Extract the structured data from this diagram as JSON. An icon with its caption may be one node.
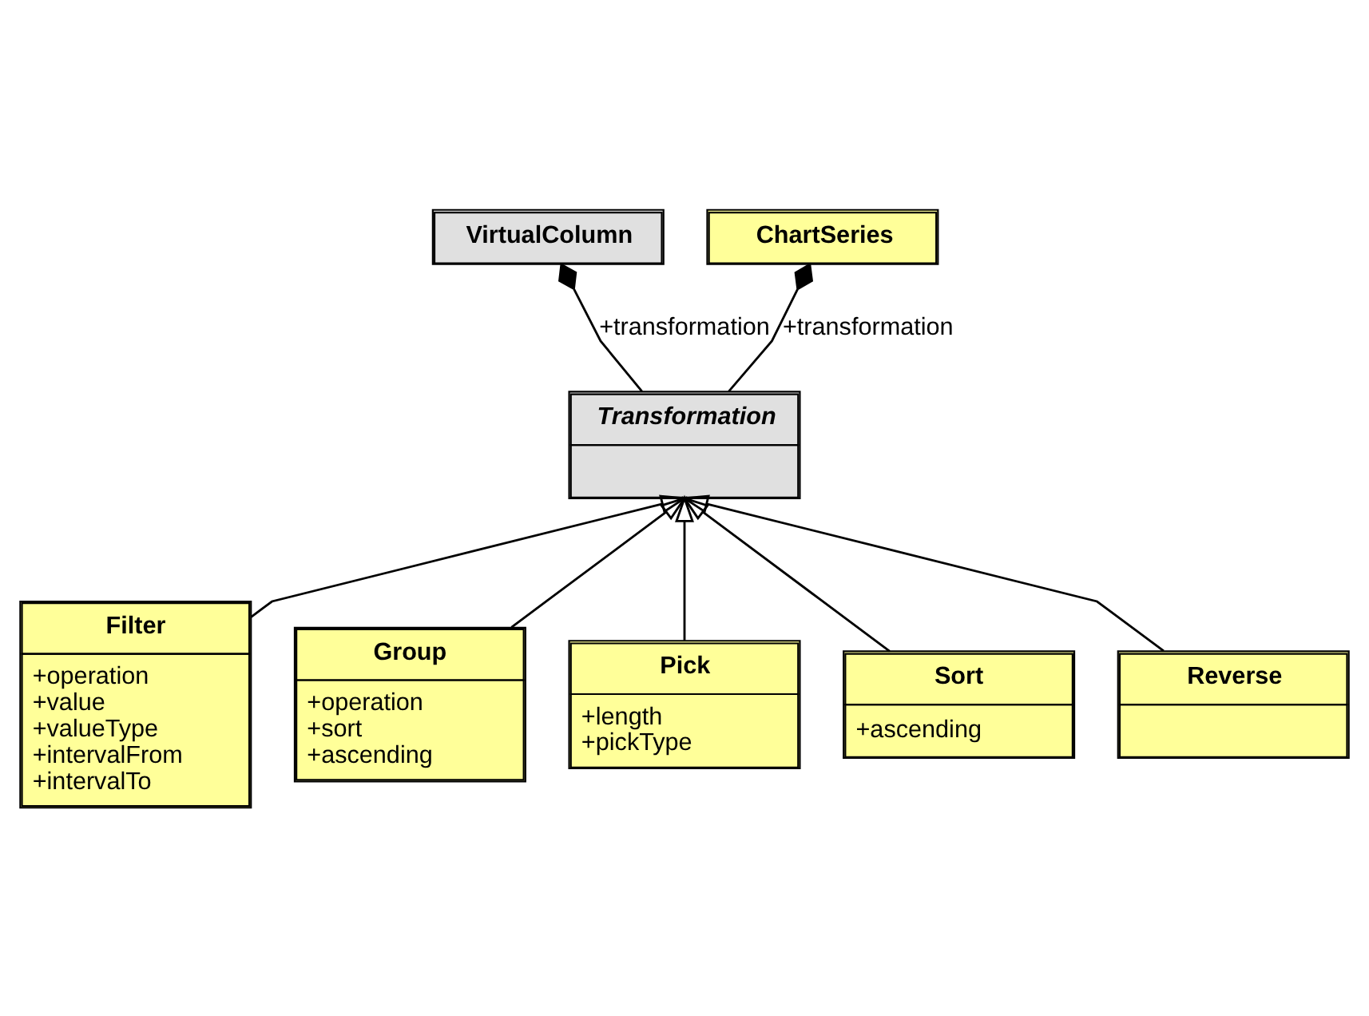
{
  "diagram": {
    "nodes": [
      {
        "text": [
          "VirtualColumn"
        ]
      },
      {
        "text": [
          "ChartSeries"
        ]
      },
      {
        "text": [
          "Transformation"
        ]
      },
      {
        "text": [
          "Filter",
          "+operation",
          "+value",
          "+valueType",
          "+intervalFrom",
          "+intervalTo"
        ]
      },
      {
        "text": [
          "Group",
          "+operation",
          "+sort",
          "+ascending"
        ]
      },
      {
        "text": [
          "Pick",
          "+length",
          "+pickType"
        ]
      },
      {
        "text": [
          "Sort",
          "+ascending"
        ]
      },
      {
        "text": [
          "Reverse"
        ]
      }
    ],
    "edges": [
      {
        "from": 0,
        "to": 2,
        "arrow": "other",
        "label": "+transformation"
      },
      {
        "from": 1,
        "to": 2,
        "arrow": "other",
        "label": "+transformation"
      },
      {
        "from": 3,
        "to": 2,
        "arrow": "to"
      },
      {
        "from": 4,
        "to": 2,
        "arrow": "to"
      },
      {
        "from": 5,
        "to": 2,
        "arrow": "to"
      },
      {
        "from": 6,
        "to": 2,
        "arrow": "to"
      },
      {
        "from": 7,
        "to": 2,
        "arrow": "to"
      }
    ]
  }
}
